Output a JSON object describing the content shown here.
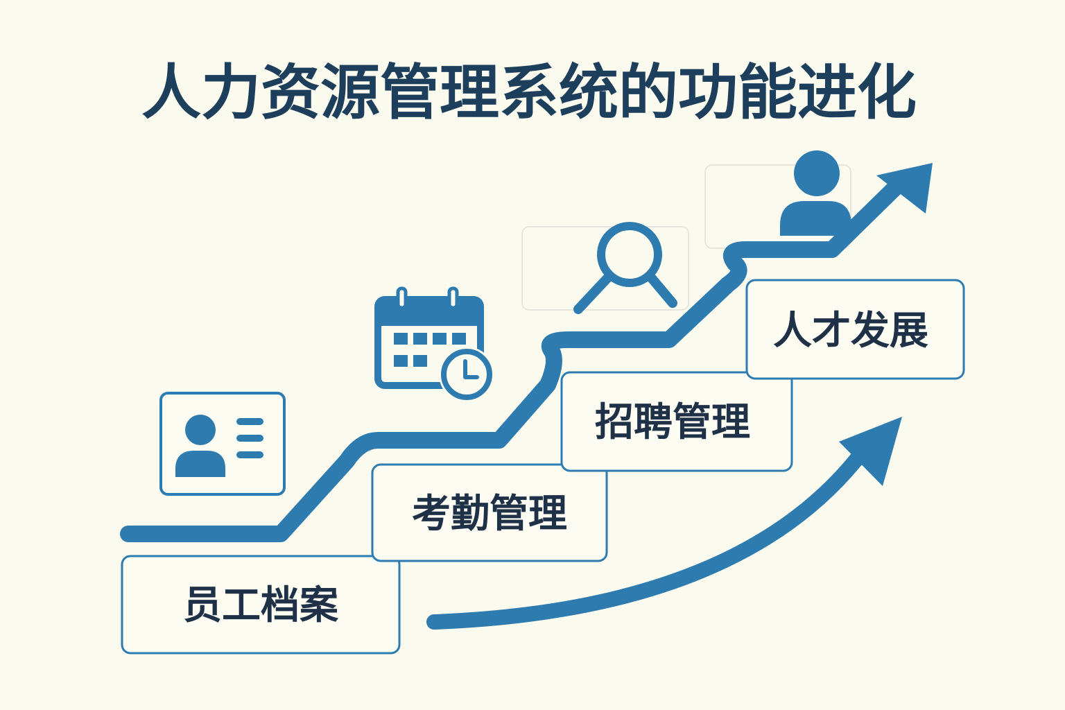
{
  "title": "人力资源管理系统的功能进化",
  "stages": [
    {
      "label": "员工档案",
      "icon": "id-card-icon"
    },
    {
      "label": "考勤管理",
      "icon": "calendar-clock-icon"
    },
    {
      "label": "招聘管理",
      "icon": "magnifier-icon"
    },
    {
      "label": "人才发展",
      "icon": "person-icon"
    }
  ],
  "colors": {
    "accent": "#2e7bb0",
    "title": "#1d3f5c",
    "background": "#fbfaee"
  }
}
